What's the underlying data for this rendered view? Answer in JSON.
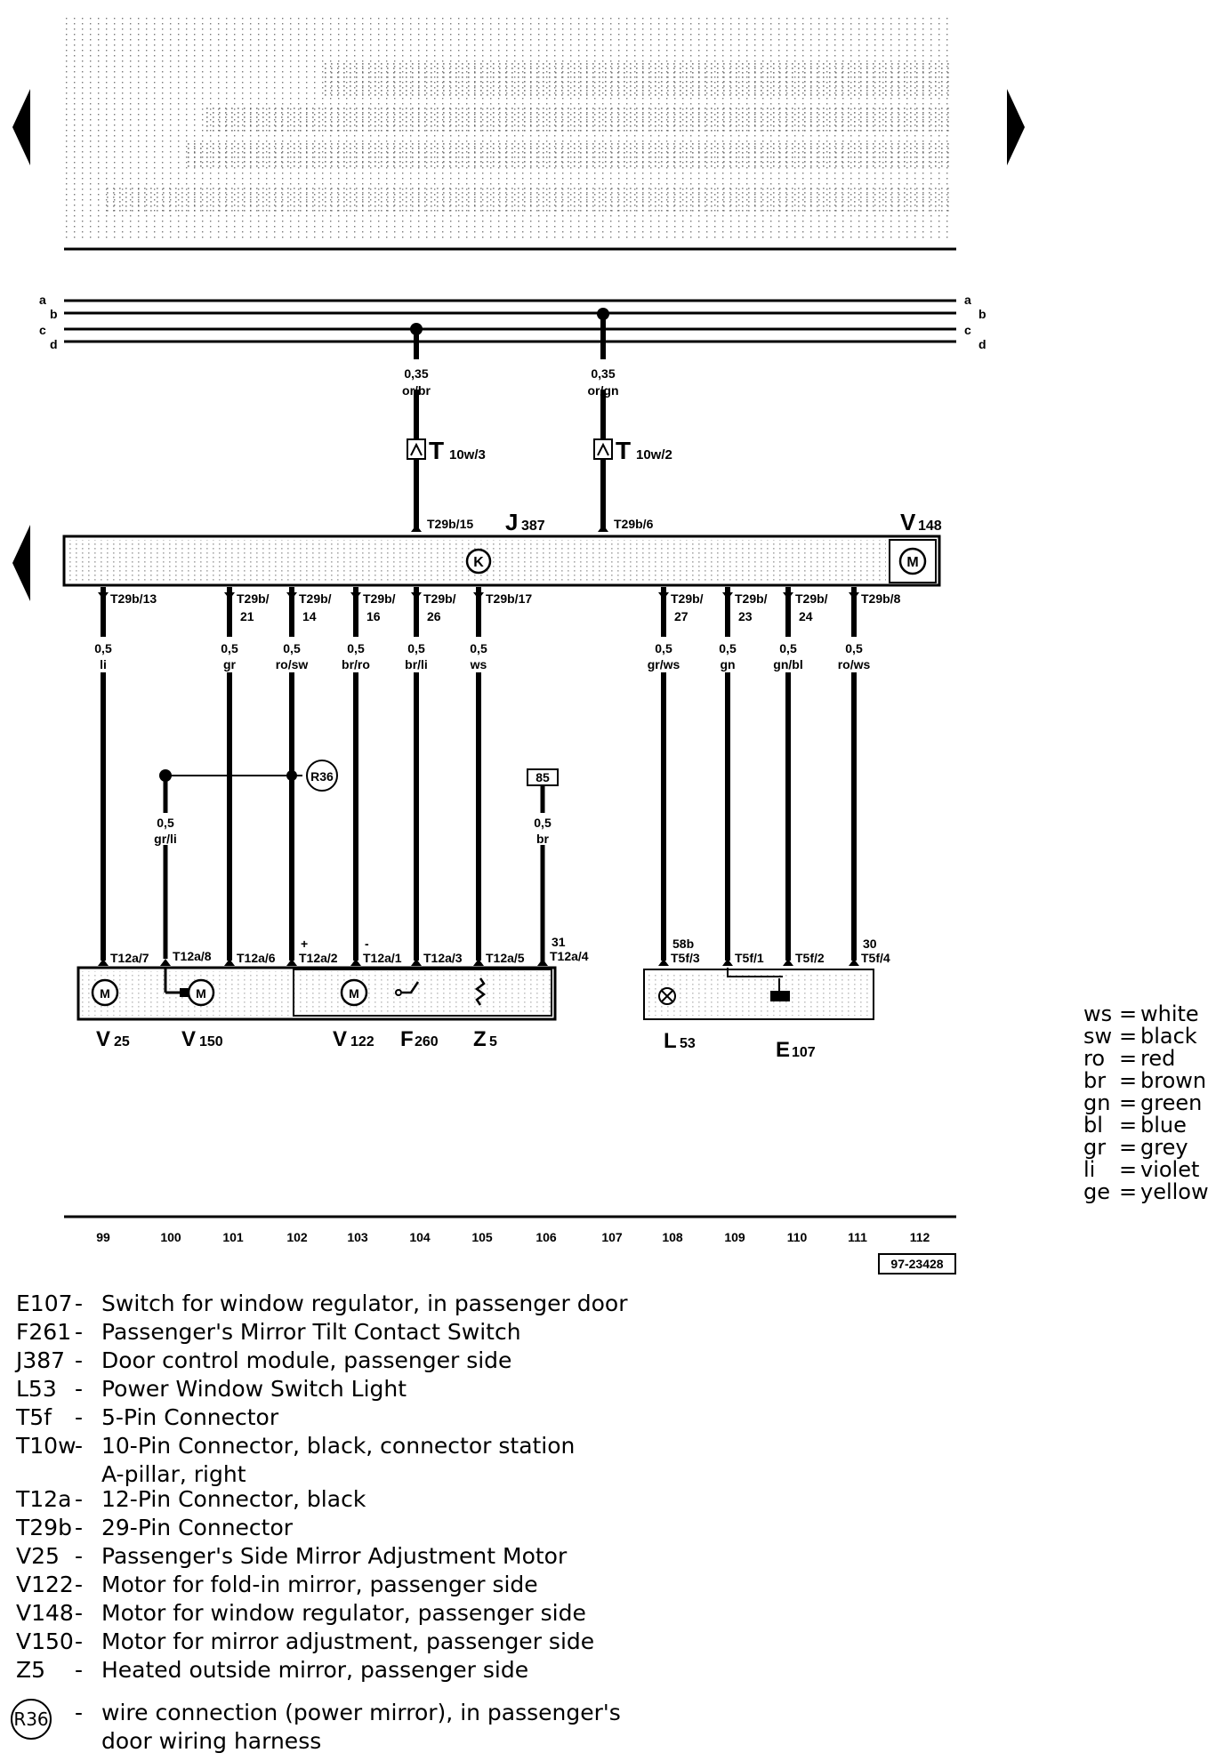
{
  "bus_labels": [
    "a",
    "b",
    "c",
    "d"
  ],
  "top_connectors": [
    {
      "wire_size": "0,35",
      "wire_color": "or/br",
      "connector": "T",
      "connector_sub": "10w/3",
      "pin": "T29b/15"
    },
    {
      "wire_size": "0,35",
      "wire_color": "or/gn",
      "connector": "T",
      "connector_sub": "10w/2",
      "pin": "T29b/6"
    }
  ],
  "module": {
    "name": "J",
    "sub": "387",
    "symbol": "K"
  },
  "window_motor": {
    "name": "V",
    "sub": "148",
    "symbol": "M"
  },
  "wires": [
    {
      "pin1": "T29b/13",
      "pin2": "",
      "size": "0,5",
      "color": "li",
      "comp_pin": "T12a/7",
      "comp_mark": ""
    },
    {
      "pin1": "T29b/",
      "pin2": "21",
      "size": "0,5",
      "color": "gr",
      "comp_pin": "T12a/6",
      "comp_mark": ""
    },
    {
      "pin1": "T29b/",
      "pin2": "14",
      "size": "0,5",
      "color": "ro/sw",
      "comp_pin": "T12a/2",
      "comp_mark": "+"
    },
    {
      "pin1": "T29b/",
      "pin2": "16",
      "size": "0,5",
      "color": "br/ro",
      "comp_pin": "T12a/1",
      "comp_mark": "-"
    },
    {
      "pin1": "T29b/",
      "pin2": "26",
      "size": "0,5",
      "color": "br/li",
      "comp_pin": "T12a/3",
      "comp_mark": ""
    },
    {
      "pin1": "T29b/17",
      "pin2": "",
      "size": "0,5",
      "color": "ws",
      "comp_pin": "T12a/5",
      "comp_mark": ""
    },
    {
      "pin1": "T29b/",
      "pin2": "27",
      "size": "0,5",
      "color": "gr/ws",
      "comp_pin": "T5f/3",
      "comp_mark": "58b"
    },
    {
      "pin1": "T29b/",
      "pin2": "23",
      "size": "0,5",
      "color": "gn",
      "comp_pin": "T5f/1",
      "comp_mark": ""
    },
    {
      "pin1": "T29b/",
      "pin2": "24",
      "size": "0,5",
      "color": "gn/bl",
      "comp_pin": "T5f/2",
      "comp_mark": ""
    },
    {
      "pin1": "T29b/8",
      "pin2": "",
      "size": "0,5",
      "color": "ro/ws",
      "comp_pin": "T5f/4",
      "comp_mark": "30"
    }
  ],
  "splice": {
    "label": "R36",
    "size": "0,5",
    "color": "gr/li",
    "comp_pin": "T12a/8"
  },
  "ground": {
    "label": "85",
    "size": "0,5",
    "color": "br",
    "comp_pin": "T12a/4",
    "comp_mark": "31"
  },
  "components": [
    {
      "name": "V",
      "sub": "25"
    },
    {
      "name": "V",
      "sub": "150"
    },
    {
      "name": "V",
      "sub": "122"
    },
    {
      "name": "F",
      "sub": "260"
    },
    {
      "name": "Z",
      "sub": "5"
    },
    {
      "name": "L",
      "sub": "53"
    },
    {
      "name": "E",
      "sub": "107"
    }
  ],
  "track_numbers": [
    "99",
    "100",
    "101",
    "102",
    "103",
    "104",
    "105",
    "106",
    "107",
    "108",
    "109",
    "110",
    "111",
    "112"
  ],
  "diagram_ref": "97-23428",
  "legend": [
    {
      "code": "E107",
      "desc": "Switch for window regulator, in passenger door"
    },
    {
      "code": "F261",
      "desc": "Passenger's Mirror Tilt Contact Switch"
    },
    {
      "code": "J387",
      "desc": "Door control module, passenger side"
    },
    {
      "code": "L53",
      "desc": "Power Window Switch Light"
    },
    {
      "code": "T5f",
      "desc": "5-Pin Connector"
    },
    {
      "code": "T10w",
      "desc": "10-Pin Connector, black, connector station\nA-pillar, right"
    },
    {
      "code": "T12a",
      "desc": "12-Pin Connector, black"
    },
    {
      "code": "T29b",
      "desc": "29-Pin Connector"
    },
    {
      "code": "V25",
      "desc": "Passenger's Side Mirror Adjustment Motor"
    },
    {
      "code": "V122",
      "desc": "Motor for fold-in mirror, passenger side"
    },
    {
      "code": "V148",
      "desc": "Motor for window regulator, passenger side"
    },
    {
      "code": "V150",
      "desc": "Motor for mirror adjustment, passenger side"
    },
    {
      "code": "Z5",
      "desc": "Heated outside mirror, passenger side"
    }
  ],
  "legend_splice": {
    "code": "R36",
    "desc": "wire connection (power mirror), in passenger's\ndoor wiring harness"
  },
  "color_key": [
    {
      "abbr": "ws",
      "name": "white"
    },
    {
      "abbr": "sw",
      "name": "black"
    },
    {
      "abbr": "ro",
      "name": "red"
    },
    {
      "abbr": "br",
      "name": "brown"
    },
    {
      "abbr": "gn",
      "name": "green"
    },
    {
      "abbr": "bl",
      "name": "blue"
    },
    {
      "abbr": "gr",
      "name": "grey"
    },
    {
      "abbr": "li",
      "name": "violet"
    },
    {
      "abbr": "ge",
      "name": "yellow"
    }
  ]
}
